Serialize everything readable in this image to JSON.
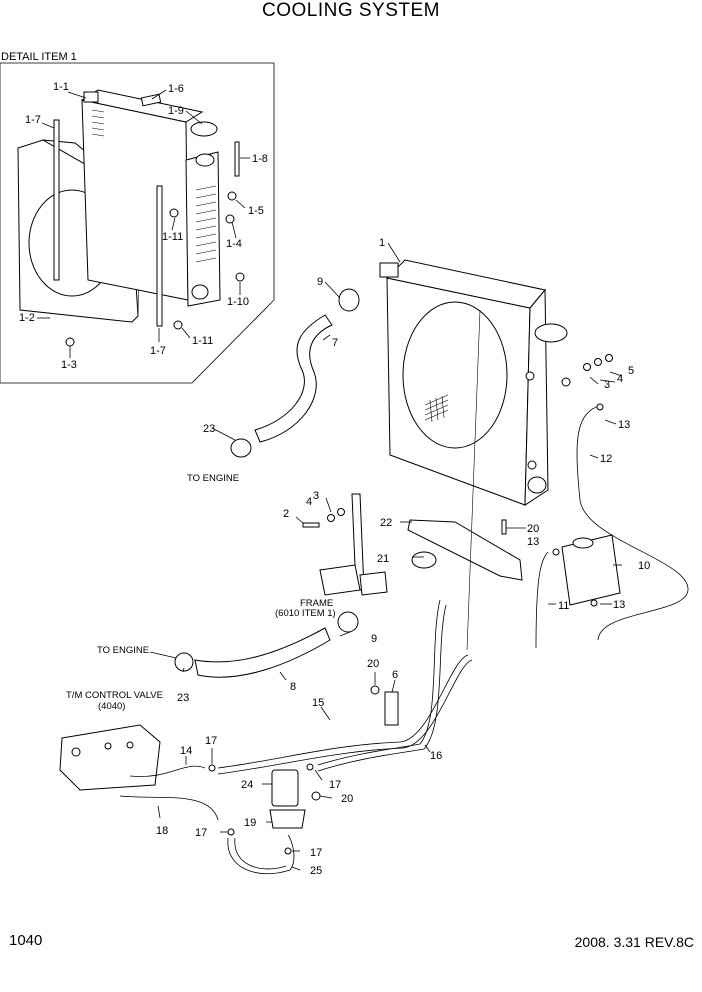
{
  "title": "COOLING SYSTEM",
  "detail_label": "DETAIL ITEM 1",
  "page_number": "1040",
  "revision": "2008. 3.31  REV.8C",
  "notes": {
    "to_engine_upper": "TO ENGINE",
    "to_engine_lower": "TO ENGINE",
    "frame_line1": "FRAME",
    "frame_line2": "(6010 ITEM 1)",
    "tm_line1": "T/M CONTROL VALVE",
    "tm_line2": "(4040)"
  },
  "callouts": {
    "d1_1": "1-1",
    "d1_2": "1-2",
    "d1_3": "1-3",
    "d1_4": "1-4",
    "d1_5": "1-5",
    "d1_6": "1-6",
    "d1_7a": "1-7",
    "d1_7b": "1-7",
    "d1_8": "1-8",
    "d1_9": "1-9",
    "d1_10": "1-10",
    "d1_11a": "1-11",
    "d1_11b": "1-11",
    "c1": "1",
    "c2": "2",
    "c3a": "3",
    "c3b": "3",
    "c4a": "4",
    "c4b": "4",
    "c5": "5",
    "c6": "6",
    "c7": "7",
    "c8": "8",
    "c9a": "9",
    "c9b": "9",
    "c10": "10",
    "c11": "11",
    "c12": "12",
    "c13a": "13",
    "c13b": "13",
    "c13c": "13",
    "c14": "14",
    "c15": "15",
    "c16": "16",
    "c17a": "17",
    "c17b": "17",
    "c17c": "17",
    "c17d": "17",
    "c18": "18",
    "c19": "19",
    "c20a": "20",
    "c20b": "20",
    "c20c": "20",
    "c21": "21",
    "c22": "22",
    "c23a": "23",
    "c23b": "23",
    "c24": "24",
    "c25": "25"
  }
}
